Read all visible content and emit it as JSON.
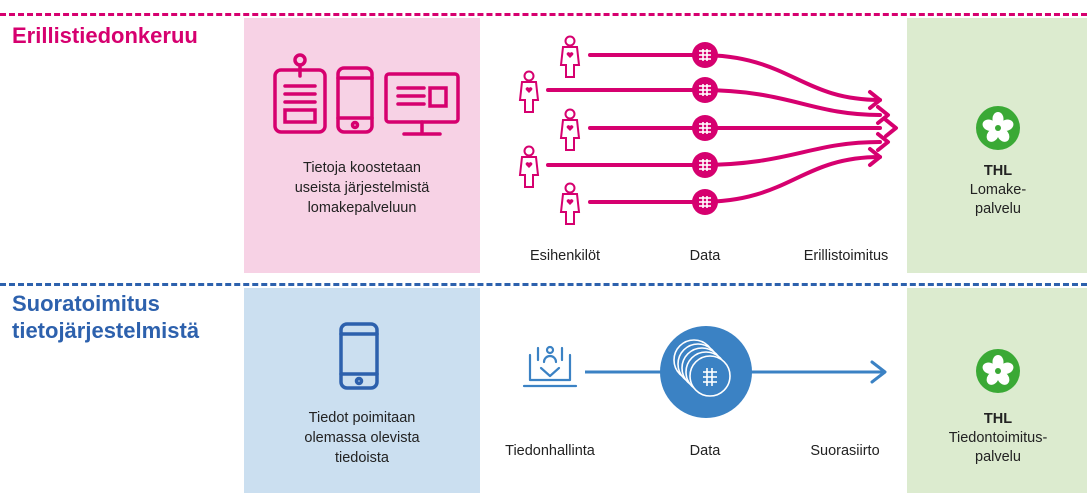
{
  "sections": {
    "top": {
      "title": "Erillistiedonkeruu",
      "panel_caption": [
        "Tietoja koostetaan",
        "useista järjestelmistä",
        "lomakepalveluun"
      ],
      "labels": {
        "source": "Esihenkilöt",
        "data": "Data",
        "target_flow": "Erillistoimitus"
      },
      "destination": {
        "org": "THL",
        "service_line1": "Lomake-",
        "service_line2": "palvelu"
      }
    },
    "bottom": {
      "title_line1": "Suoratoimitus",
      "title_line2": "tietojärjestelmistä",
      "panel_caption": [
        "Tiedot poimitaan",
        "olemassa olevista",
        "tiedoista"
      ],
      "labels": {
        "source": "Tiedonhallinta",
        "data": "Data",
        "target_flow": "Suorasiirto"
      },
      "destination": {
        "org": "THL",
        "service_line1": "Tiedontoimitus-",
        "service_line2": "palvelu"
      }
    }
  },
  "colors": {
    "magenta": "#d6006f",
    "blue": "#2d61ad",
    "flow_blue": "#3b82c4",
    "pink_bg": "#f7d2e5",
    "blue_bg": "#cbdff0",
    "green_bg": "#dcebcf",
    "thl_green": "#3aa935"
  },
  "icons": [
    "clipboard-form-icon",
    "smartphone-icon",
    "desktop-monitor-icon",
    "person-heart-icon",
    "data-circle-icon",
    "arrow-icon",
    "thl-flower-logo",
    "laptop-download-icon",
    "data-stack-icon"
  ]
}
